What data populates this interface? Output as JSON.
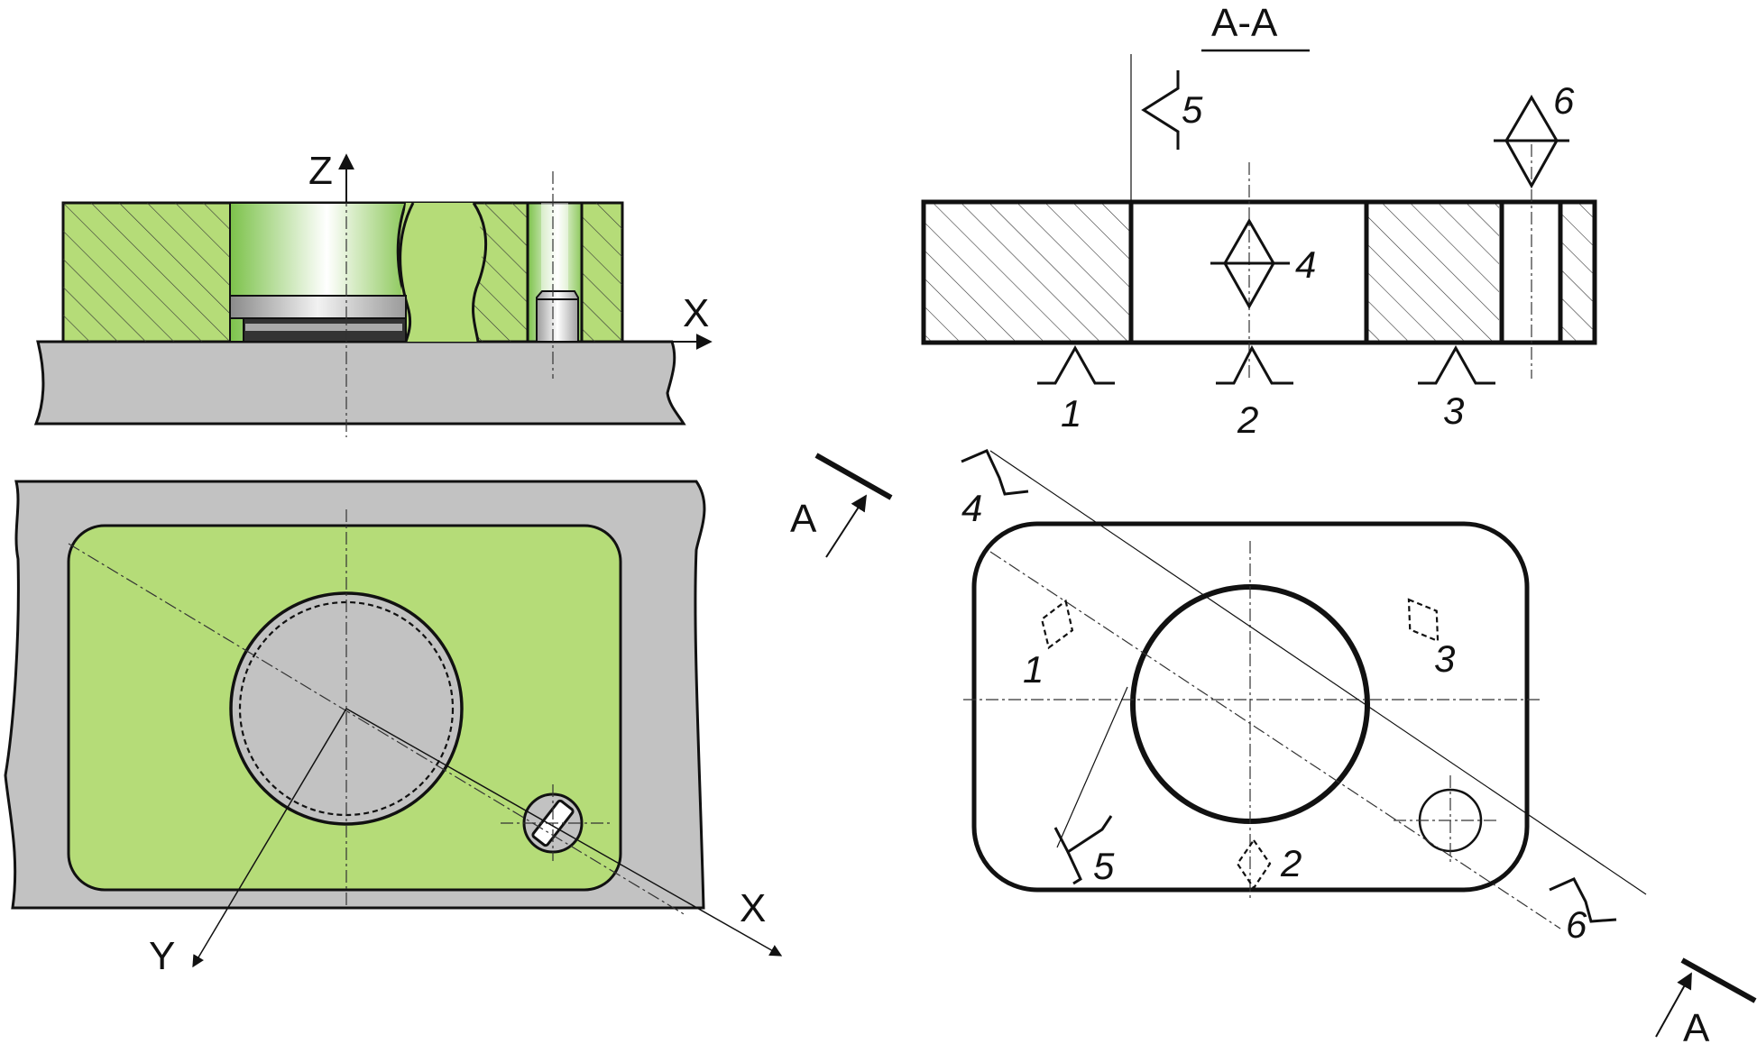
{
  "colors": {
    "part_green": "#b5dc78",
    "table_gray": "#c2c2c2",
    "outline": "#111111",
    "hatch": "#333333"
  },
  "labels": {
    "section_title": "A-A",
    "axis_x_front": "X",
    "axis_z_front": "Z",
    "axis_x_plan": "X",
    "axis_y_plan": "Y",
    "section_marker_top": "A",
    "section_marker_bottom": "A"
  },
  "section_view": {
    "supports": [
      {
        "label": "1"
      },
      {
        "label": "2"
      },
      {
        "label": "3"
      }
    ],
    "centering_4": "4",
    "side_support_5": "5",
    "pin_6": "6"
  },
  "plan_view": {
    "support_labels": [
      "1",
      "2",
      "3"
    ],
    "centering_4": "4",
    "side_support_5": "5",
    "pin_6": "6"
  }
}
